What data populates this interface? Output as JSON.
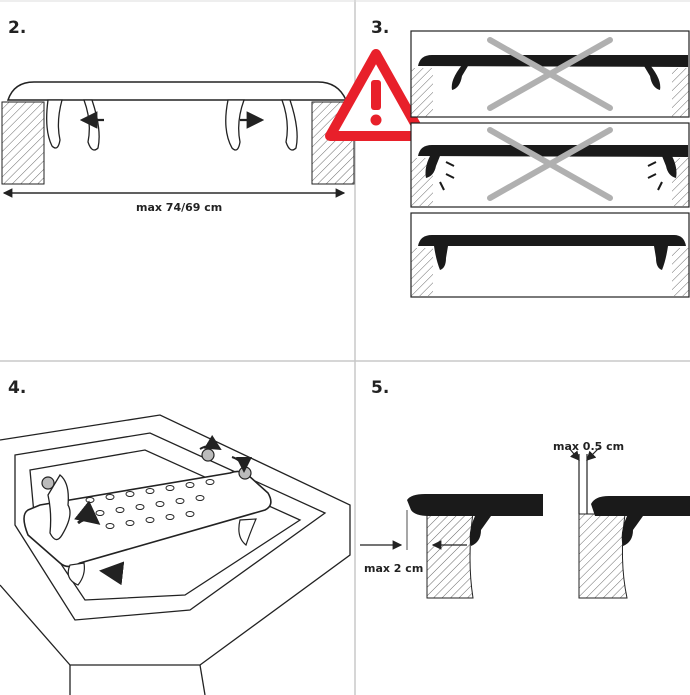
{
  "panels": {
    "p2": {
      "number": "2.",
      "width_label": "max 74/69 cm"
    },
    "p3": {
      "number": "3."
    },
    "p4": {
      "number": "4."
    },
    "p5": {
      "number": "5.",
      "gap_label": "max 0.5 cm",
      "overhang_label": "max 2 cm"
    }
  },
  "colors": {
    "line": "#222222",
    "divider": "#bbbbbb",
    "warning_red": "#e8202a",
    "cross_grey": "#b0b0b0",
    "board_fill": "#1a1a1a"
  },
  "icons": {
    "warning": "warning-triangle-icon",
    "wrong": "cross-mark-icon",
    "arrow": "arrow-icon"
  }
}
